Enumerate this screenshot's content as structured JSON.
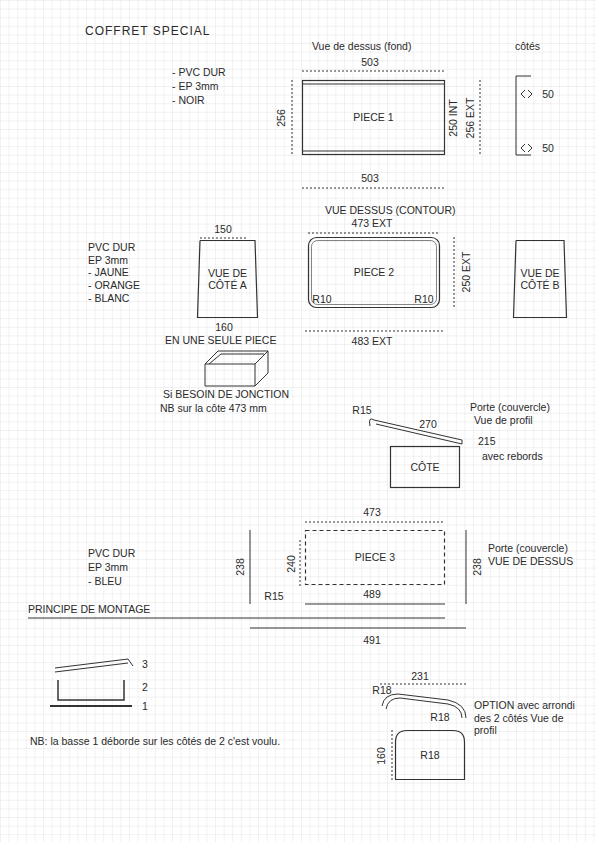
{
  "diagram": {
    "title": "COFFRET SPECIAL",
    "nodes": [
      {
        "text": [
          "PIECE 1"
        ]
      },
      {
        "text": [
          "PIECE 2"
        ]
      },
      {
        "text": [
          "VUE DE CÔTÉ A"
        ]
      },
      {
        "text": [
          "VUE DE CÔTÉ B"
        ]
      },
      {
        "text": [
          "CÔTE"
        ]
      },
      {
        "text": [
          "PIECE 3"
        ]
      },
      {
        "text": [
          "R18"
        ]
      }
    ],
    "labels": [
      "- PVC DUR",
      "- EP 3mm",
      "- NOIR",
      "Vue de dessus (fond)",
      "503",
      "256",
      "250 INT",
      "256 EXT",
      "503",
      "côtés",
      "50",
      "50",
      "PVC DUR",
      "EP 3mm",
      "- JAUNE",
      "- ORANGE",
      "- BLANC",
      "150",
      "160",
      "EN UNE SEULE PIECE",
      "Si BESOIN DE JONCTION",
      "NB sur la côte 473 mm",
      "VUE DESSUS (CONTOUR)",
      "473 EXT",
      "R10",
      "R10",
      "250 EXT",
      "483 EXT",
      "R15",
      "270",
      "Porte (couvercle)",
      "Vue de profil",
      "215",
      "avec rebords",
      "473",
      "PVC DUR",
      "EP 3mm",
      "- BLEU",
      "238",
      "240",
      "R15",
      "489",
      "491",
      "238",
      "Porte (couvercle)",
      "VUE DE DESSUS",
      "PRINCIPE DE MONTAGE",
      "3",
      "2",
      "1",
      "NB: la basse 1 déborde sur les côtés de 2 c'est voulu.",
      "231",
      "R18",
      "OPTION avec arrondi des 2 côtés Vue de profil",
      "R18",
      "160"
    ]
  }
}
